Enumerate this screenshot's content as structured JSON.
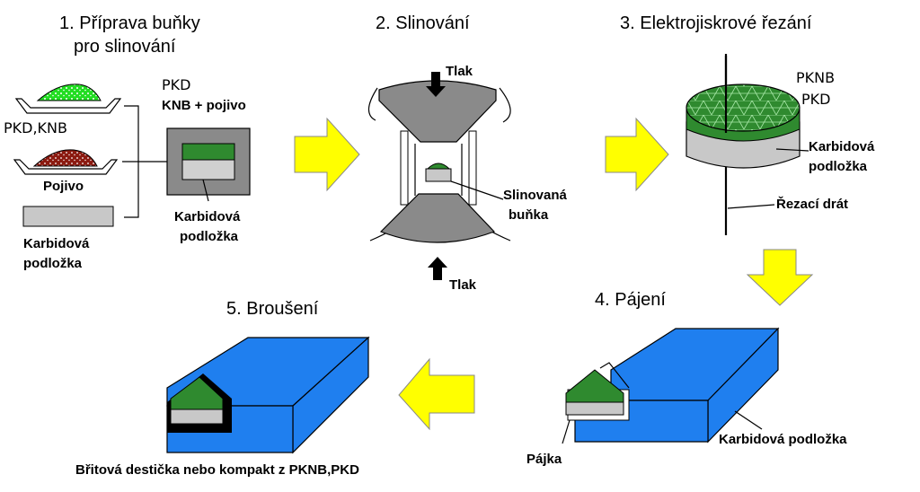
{
  "steps": {
    "s1": {
      "title_line1": "1. Příprava buňky",
      "title_line2": "pro slinování"
    },
    "s2": {
      "title": "2. Slinování"
    },
    "s3": {
      "title": "3. Elektrojiskrové řezání"
    },
    "s4": {
      "title": "4. Pájení"
    },
    "s5": {
      "title": "5. Broušení"
    }
  },
  "labels": {
    "pkd_knb": "PKD,KNB",
    "pojivo": "Pojivo",
    "carbide_line1": "Karbidová",
    "carbide_line2": "podložka",
    "cell_pkd": "PKD",
    "cell_knb_binder": "KNB + pojivo",
    "cell_carbide_line1": "Karbidová",
    "cell_carbide_line2": "podložka",
    "tlak_top": "Tlak",
    "tlak_bottom": "Tlak",
    "sintered_line1": "Slinovaná",
    "sintered_line2": "buňka",
    "pknb": "PKNB",
    "pkd": "PKD",
    "disc_carbide_line1": "Karbidová",
    "disc_carbide_line2": "podložka",
    "cutting_wire": "Řezací drát",
    "braze_carbide": "Karbidová podložka",
    "pajka": "Pájka",
    "final_caption": "Břitová destička nebo kompakt z PKNB,PKD"
  },
  "colors": {
    "green_powder": "#22dd22",
    "binder_brown": "#8b1a10",
    "diamond_green": "#2f8a2f",
    "carbide_gray": "#c8c8c8",
    "press_gray": "#8a8a8a",
    "insert_blue": "#1f7fef",
    "arrow_yellow": "#ffff00"
  }
}
